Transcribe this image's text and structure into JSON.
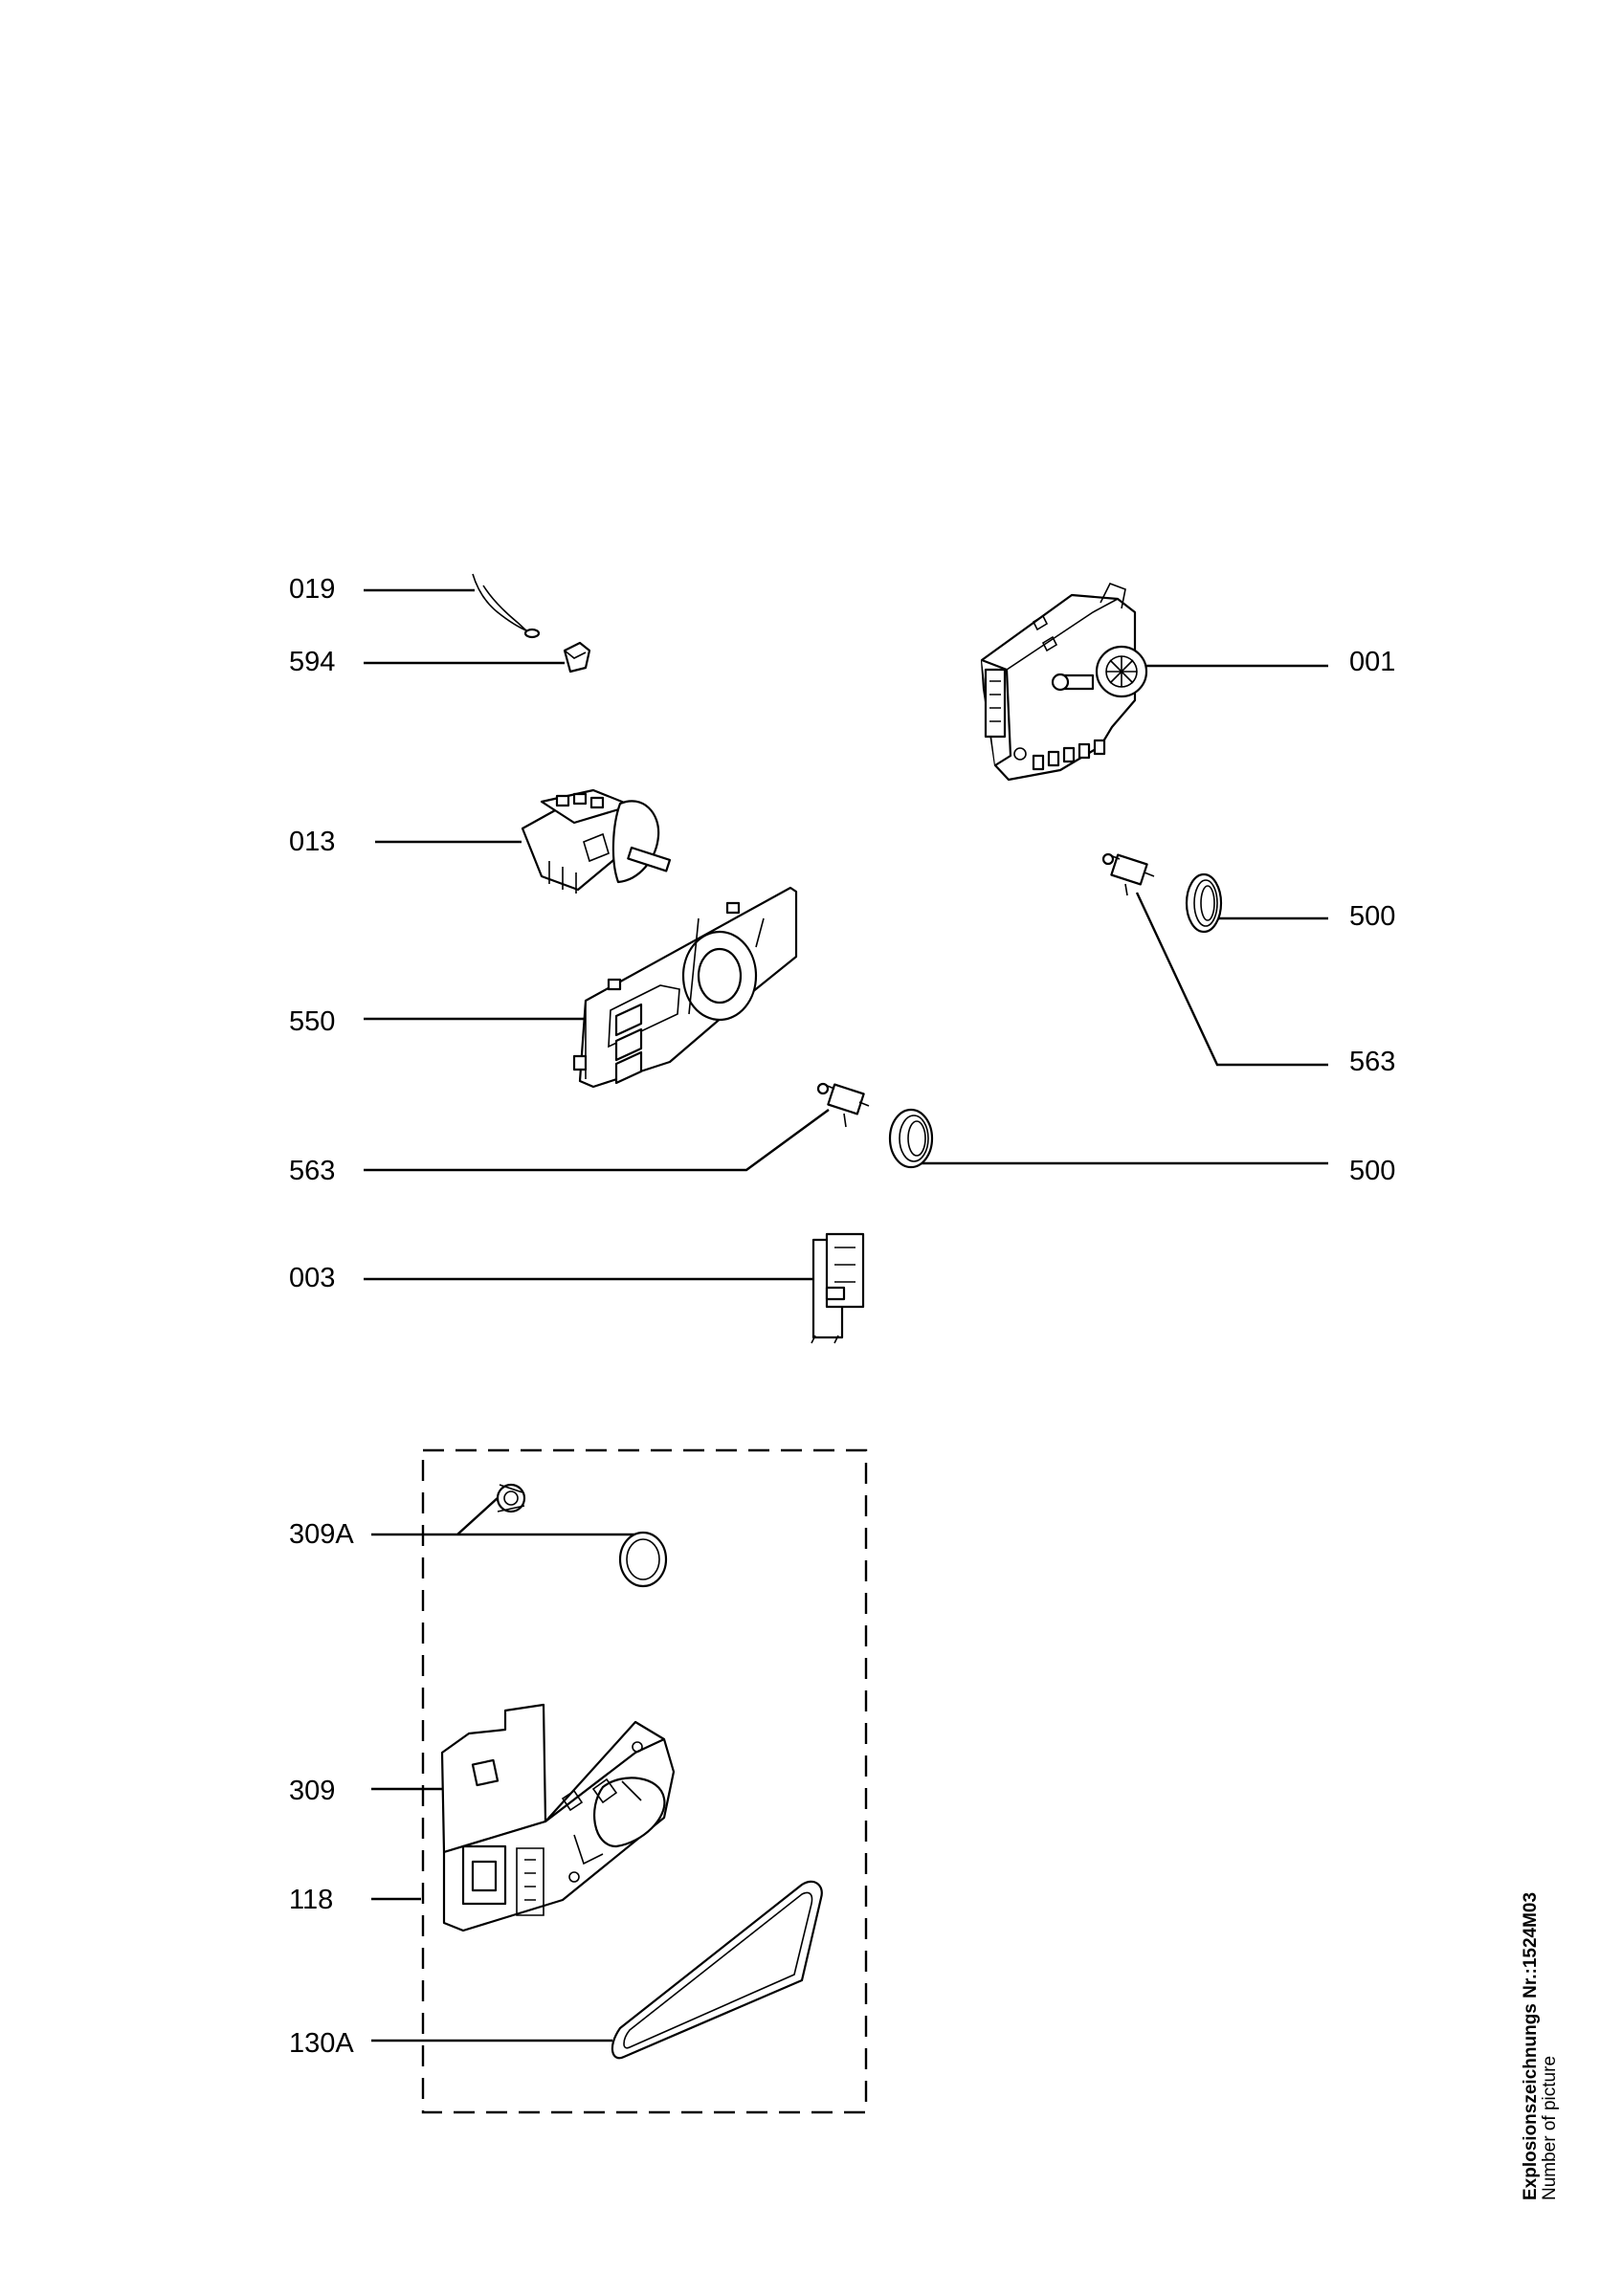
{
  "labels": {
    "l019": "019",
    "l594": "594",
    "l001": "001",
    "l013": "013",
    "l500a": "500",
    "l550": "550",
    "l563a": "563",
    "l563b": "563",
    "l500b": "500",
    "l003": "003",
    "l309a": "309A",
    "l309": "309",
    "l118": "118",
    "l130a": "130A"
  },
  "footer": {
    "drawing_number": "Explosionszeichnungs Nr.:1524M03",
    "caption": "Number of picture"
  }
}
